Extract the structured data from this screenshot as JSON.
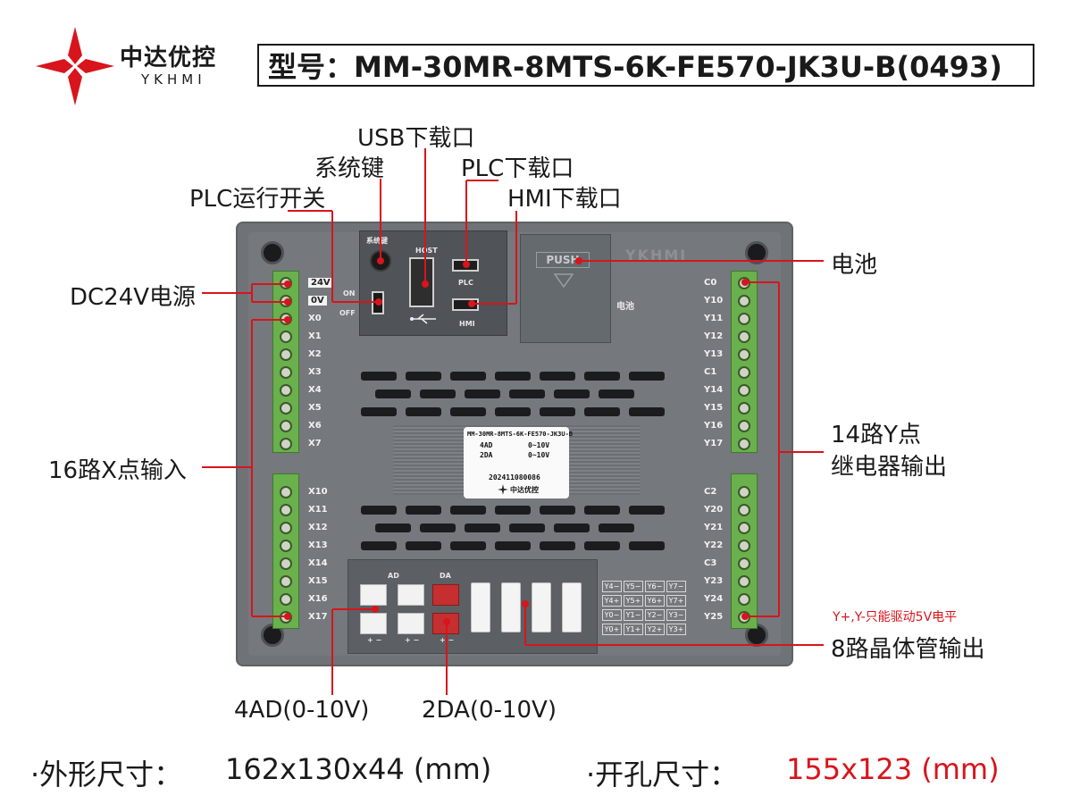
{
  "brand": {
    "name": "中达优控",
    "sub": "YKHMI",
    "colors": {
      "red": "#d8141c",
      "terminal_green": "#6ab04c",
      "housing": "#6f7277"
    }
  },
  "model": {
    "text": "型号：MM-30MR-8MTS-6K-FE570-JK3U-B(0493)"
  },
  "callouts": {
    "usb": "USB下载口",
    "system_key": "系统键",
    "plc_port": "PLC下载口",
    "plc_switch": "PLC运行开关",
    "hmi_port": "HMI下载口",
    "power": "DC24V电源",
    "battery": "电池",
    "x_inputs": "16路X点输入",
    "y_relay_1": "14路Y点",
    "y_relay_2": "继电器输出",
    "transistor_note": "Y+,Y-只能驱动5V电平",
    "transistor": "8路晶体管输出",
    "ad": "4AD(0-10V)",
    "da": "2DA(0-10V)"
  },
  "device": {
    "left_top_labels": [
      "24V",
      "0V",
      "X0",
      "X1",
      "X2",
      "X3",
      "X4",
      "X5",
      "X6",
      "X7"
    ],
    "left_bottom_labels": [
      "X10",
      "X11",
      "X12",
      "X13",
      "X14",
      "X15",
      "X16",
      "X17"
    ],
    "right_top_labels": [
      "C0",
      "Y10",
      "Y11",
      "Y12",
      "Y13",
      "C1",
      "Y14",
      "Y15",
      "Y16",
      "Y17"
    ],
    "right_bottom_labels": [
      "C2",
      "Y20",
      "Y21",
      "Y22",
      "C3",
      "Y23",
      "Y24",
      "Y25"
    ],
    "port_labels": {
      "system_key": "系统键",
      "host": "HOST",
      "plc": "PLC",
      "hmi": "HMI",
      "on": "ON",
      "off": "OFF"
    },
    "battery_door": {
      "push": "PUSH",
      "battery": "电池",
      "brand_mark": "YKHMI"
    },
    "sticker": {
      "model": "MM-30MR-8MTS-6K-FE570-JK3U-B",
      "row1_left": "4AD",
      "row1_right": "0~10V",
      "row2_left": "2DA",
      "row2_right": "0~10V",
      "serial": "202411080086",
      "brand": "中达优控"
    },
    "io_labels": {
      "ad": "AD",
      "da": "DA",
      "pm": "+ −"
    },
    "y_grid": [
      [
        "Y4−",
        "Y5−",
        "Y6−",
        "Y7−"
      ],
      [
        "Y4+",
        "Y5+",
        "Y6+",
        "Y7+"
      ],
      [
        "Y0−",
        "Y1−",
        "Y2−",
        "Y3−"
      ],
      [
        "Y0+",
        "Y1+",
        "Y2+",
        "Y3+"
      ]
    ]
  },
  "footer": {
    "dims_label": "·外形尺寸：",
    "dims_value": "162x130x44 (mm)",
    "cutout_label": "·开孔尺寸：",
    "cutout_value": "155x123 (mm)"
  }
}
